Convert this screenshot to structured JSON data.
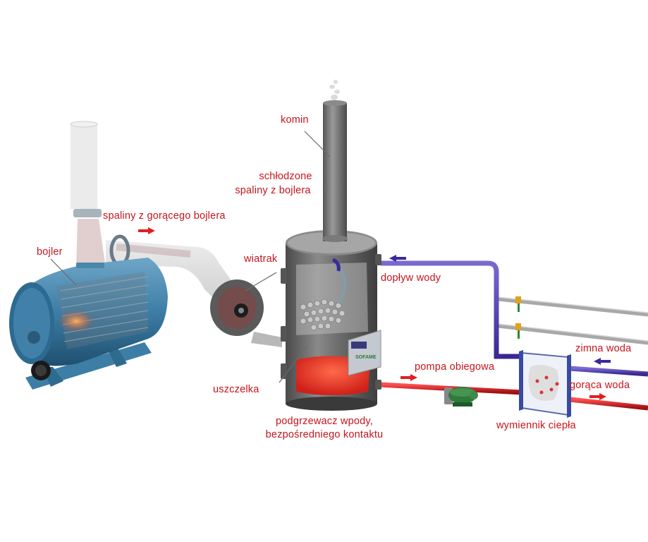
{
  "labels": {
    "komin": "komin",
    "cooled_gas_line1": "schłodzone",
    "cooled_gas_line2": "spaliny z bojlera",
    "hot_gas": "spaliny z gorącego bojlera",
    "boiler": "bojler",
    "fan": "wiatrak",
    "water_inlet": "dopływ wody",
    "cold_water": "zimna woda",
    "hot_water": "gorąca woda",
    "pump": "pompa obiegowa",
    "seal": "uszczelka",
    "heater_line1": "podgrzewacz wpody,",
    "heater_line2": "bezpośredniego kontaktu",
    "heat_exchanger": "wymiennik ciepła",
    "brand": "SOFAME"
  },
  "colors": {
    "label_text": "#c8141c",
    "boiler_blue": "#3d7ea6",
    "tank_grey": "#6f6f6f",
    "cold_pipe": "#4a2ea0",
    "hot_pipe": "#c0181c",
    "grey_pipe": "#9a9a9a",
    "pump_green": "#2f7a3a",
    "arrow_red": "#e02020",
    "arrow_blue": "#3a2a9a"
  }
}
